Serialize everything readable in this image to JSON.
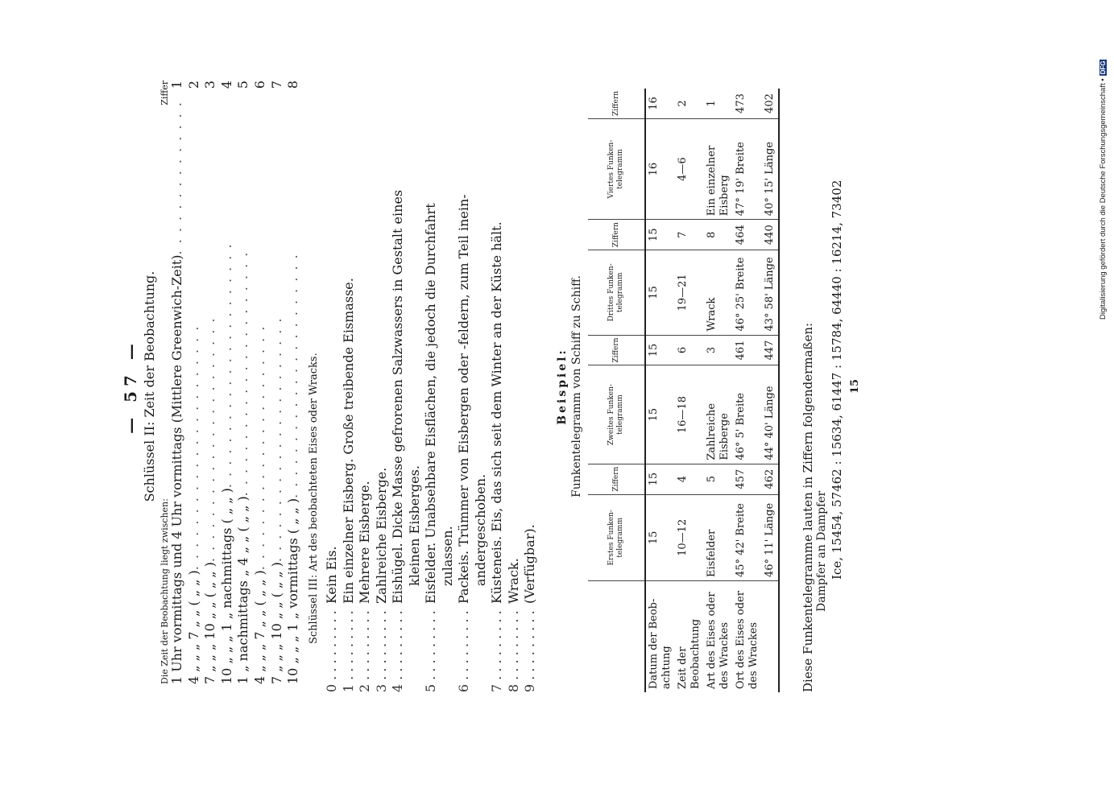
{
  "page_number": "— 57 —",
  "key2": {
    "title": "Schlüssel II:  Zeit der Beobachtung.",
    "subtitle": "Die Zeit der Beobachtung liegt zwischen:",
    "ziffer_head": "Ziffer",
    "rows": [
      {
        "text": "1 Uhr vormittags und 4 Uhr vormittags (Mittlere Greenwich-Zeit)",
        "z": "1"
      },
      {
        "text": "4  „  „  „  7  „  „  (  „  „  )",
        "z": "2"
      },
      {
        "text": "7  „  „  „  10  „  „  (  „  „  )",
        "z": "3"
      },
      {
        "text": "10  „  „  „  1  „  nachmittags (  „  „  )",
        "z": "4"
      },
      {
        "text": "1  „  nachmittags  „  4  „  „  (  „  „  )",
        "z": "5"
      },
      {
        "text": "4  „  „  „  7  „  „  (  „  „  )",
        "z": "6"
      },
      {
        "text": "7  „  „  „  10  „  „  (  „  „  )",
        "z": "7"
      },
      {
        "text": "10  „  „  „  1  „  vormittags (  „  „  )",
        "z": "8"
      }
    ]
  },
  "key3": {
    "title": "Schlüssel III:  Art des beobachteten Eises oder Wracks.",
    "rows": [
      {
        "n": "0 . . . . . . . . .",
        "d": "Kein Eis.",
        "cont": ""
      },
      {
        "n": "1 . . . . . . . . .",
        "d": "Ein einzelner Eisberg.   Große treibende Eismasse.",
        "cont": ""
      },
      {
        "n": "2 . . . . . . . . .",
        "d": "Mehrere Eisberge.",
        "cont": ""
      },
      {
        "n": "3 . . . . . . . . .",
        "d": "Zahlreiche Eisberge.",
        "cont": ""
      },
      {
        "n": "4 . . . . . . . . .",
        "d": "Eishügel.   Dicke Masse gefrorenen Salzwassers in Gestalt eines",
        "cont": "kleinen Eisberges."
      },
      {
        "n": "5 . . . . . . . . .",
        "d": "Eisfelder.   Unabsehbare Eisflächen, die jedoch die Durchfahrt",
        "cont": "zulassen."
      },
      {
        "n": "6 . . . . . . . . .",
        "d": "Packeis.   Trümmer von Eisbergen oder -feldern, zum Teil inein-",
        "cont": "andergeschoben."
      },
      {
        "n": "7 . . . . . . . . .",
        "d": "Küsteneis.   Eis, das sich seit dem Winter an der Küste hält.",
        "cont": ""
      },
      {
        "n": "8 . . . . . . . . .",
        "d": "Wrack.",
        "cont": ""
      },
      {
        "n": "9 . . . . . . . . .",
        "d": "(Verfügbar).",
        "cont": ""
      }
    ]
  },
  "example": {
    "title": "Beispiel:",
    "subtitle": "Funkentelegramm von Schiff zu Schiff.",
    "headers": [
      "",
      "Erstes Funken-telegramm",
      "Ziffern",
      "Zweites Funken-telegramm",
      "Ziffern",
      "Drittes Funken-telegramm",
      "Ziffern",
      "Viertes Funken-telegramm",
      "Ziffern"
    ],
    "rows": [
      {
        "label": "Datum der Beob-achtung",
        "cells": [
          "15",
          "15",
          "15",
          "15",
          "15",
          "15",
          "16",
          "16"
        ]
      },
      {
        "label": "Zeit der Beobachtung",
        "cells": [
          "10—12",
          "4",
          "16—18",
          "6",
          "19—21",
          "7",
          "4—6",
          "2"
        ]
      },
      {
        "label": "Art des Eises oder des Wrackes",
        "cells": [
          "Eisfelder",
          "5",
          "Zahlreiche Eisberge",
          "3",
          "Wrack",
          "8",
          "Ein einzelner Eisberg",
          "1"
        ]
      },
      {
        "label": "Ort des Eises oder des Wrackes",
        "cells": [
          "45° 42' Breite",
          "457",
          "46° 5' Breite",
          "461",
          "46° 25' Breite",
          "464",
          "47° 19' Breite",
          "473"
        ]
      },
      {
        "label": "",
        "cells": [
          "46° 11' Länge",
          "462",
          "44° 40' Länge",
          "447",
          "43° 58' Länge",
          "440",
          "40° 15' Länge",
          "402"
        ]
      }
    ]
  },
  "footer": {
    "line1": "Diese Funkentelegramme lauten in Ziffern folgendermaßen:",
    "line1b": "Dampfer  an Dampfer",
    "line2": "Ice, 15454, 57462 : 15634, 61447 : 15784, 64440 : 16214, 73402",
    "page_bottom": "15"
  },
  "dfg_note": {
    "text": "Digitalisierung gefördert durch die Deutsche Forschungsgemeinschaft •",
    "logo": "DFG"
  }
}
